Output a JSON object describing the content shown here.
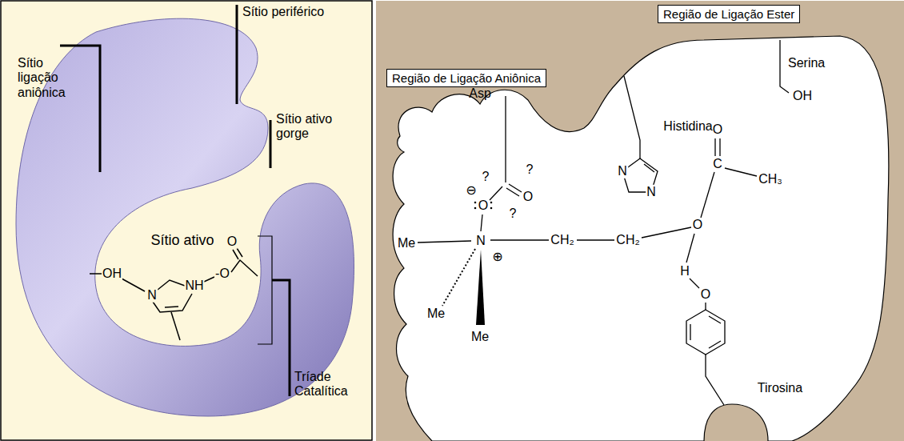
{
  "diagram": {
    "nodes": [
      {
        "text": [
          "Região de Ligação Ester"
        ]
      },
      {
        "text": [
          "Região de Ligação Aniônica"
        ]
      }
    ],
    "labels": [
      "Sítio ligação aniônica",
      "Sítio periférico",
      "Sítio ativo gorge",
      "Sítio ativo",
      "OH",
      "N",
      "NH",
      "-O",
      "O",
      "Tríade Catalítica",
      "Asp",
      "Serina",
      "OH",
      "Histidina",
      "?",
      "⊖",
      "?",
      "N",
      "O",
      "O",
      "?",
      "N",
      "Me",
      "N",
      "⊕",
      "CH₂",
      "CH₂",
      "O",
      "C",
      "CH₃",
      "O",
      "Me",
      "H",
      "O",
      "Me",
      "Tirosina"
    ]
  }
}
